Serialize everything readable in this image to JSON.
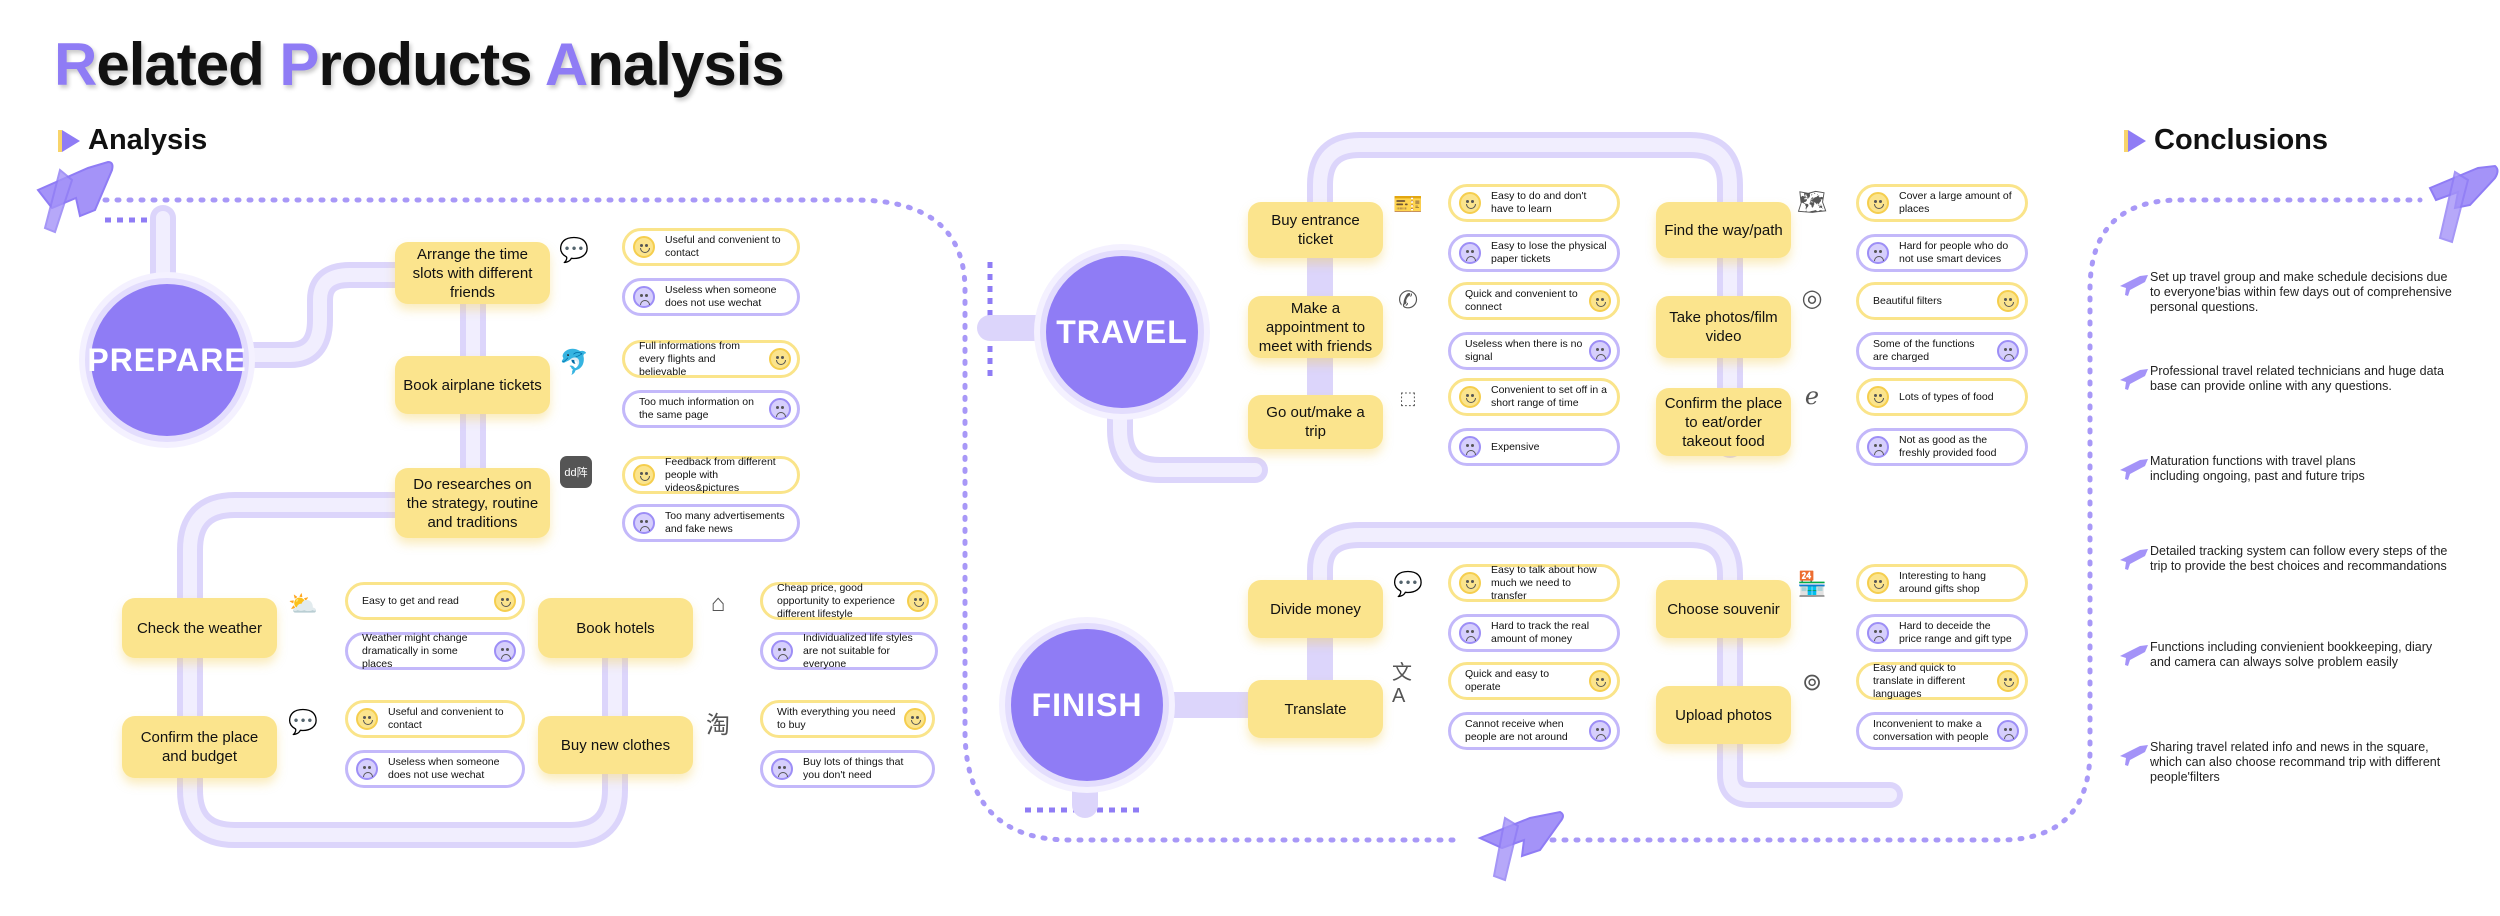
{
  "title": {
    "r": "R",
    "rest1": "elated ",
    "p": "P",
    "rest2": "roducts ",
    "a": "A",
    "rest3": "nalysis"
  },
  "sections": {
    "analysis": "Analysis",
    "conclusions": "Conclusions"
  },
  "stages": {
    "prepare": "PREPARE",
    "travel": "TRAVEL",
    "finish": "FINISH"
  },
  "prepare": {
    "steps": [
      {
        "label": "Arrange the time slots with different friends",
        "icon": "wechat-icon",
        "good": "Useful and convenient to contact",
        "bad": "Useless when someone does not use wechat"
      },
      {
        "label": "Book airplane tickets",
        "icon": "ctrip-icon",
        "good": "Full informations from every flights and believable",
        "bad": "Too much information on the same page"
      },
      {
        "label": "Do researches on the strategy, routine and traditions",
        "icon": "app-badge-icon",
        "icon_text": "dd阵",
        "good": "Feedback from different people with videos&pictures",
        "bad": "Too many advertisements and fake news"
      }
    ],
    "lower": [
      {
        "label": "Check the weather",
        "icon": "weather-icon",
        "good": "Easy to get and read",
        "bad": "Weather might change dramatically in some places"
      },
      {
        "label": "Confirm the place and budget",
        "icon": "wechat-icon",
        "good": "Useful and convenient to contact",
        "bad": "Useless when someone does not use wechat"
      },
      {
        "label": "Book hotels",
        "icon": "airbnb-icon",
        "good": "Cheap price, good opportunity to experience different lifestyle",
        "bad": "Individualized life styles are not suitable for everyone"
      },
      {
        "label": "Buy new clothes",
        "icon": "taobao-icon",
        "icon_text": "淘",
        "good": "With everything you need to buy",
        "bad": "Buy lots of things that you don't need"
      }
    ]
  },
  "travel": {
    "left": [
      {
        "label": "Buy entrance ticket",
        "icon": "ticket-icon",
        "good": "Easy to do and don't have to learn",
        "bad": "Easy to lose the physical paper tickets"
      },
      {
        "label": "Make a appointment to meet with friends",
        "icon": "phone-icon",
        "good": "Quick and convenient to connect",
        "bad": "Useless when there is no signal"
      },
      {
        "label": "Go out/make a trip",
        "icon": "exit-icon",
        "good": "Convenient to set off in a short range of time",
        "bad": "Expensive"
      }
    ],
    "right": [
      {
        "label": "Find the way/path",
        "icon": "map-icon",
        "good": "Cover a large amount of places",
        "bad": "Hard for people who do not use smart devices"
      },
      {
        "label": "Take photos/film video",
        "icon": "camera-icon",
        "good": "Beautiful filters",
        "bad": "Some of the functions are charged"
      },
      {
        "label": "Confirm the place to eat/order takeout food",
        "icon": "eleme-icon",
        "good": "Lots of types of food",
        "bad": "Not as good as the freshly provided food"
      }
    ]
  },
  "finish": {
    "left": [
      {
        "label": "Divide money",
        "icon": "wechat-icon",
        "good": "Easy to talk about how much we need to transfer",
        "bad": "Hard to track the real amount of money"
      },
      {
        "label": "Translate",
        "icon": "translate-icon",
        "good": "Quick and easy to operate",
        "bad": "Cannot receive when people are not around"
      }
    ],
    "right": [
      {
        "label": "Choose souvenir",
        "icon": "store-icon",
        "good": "Interesting to hang around gifts shop",
        "bad": "Hard to deceide the price range and gift type"
      },
      {
        "label": "Upload photos",
        "icon": "upload-icon",
        "good": "Easy and quick to translate in different languages",
        "bad": "Inconvenient to make a conversation with people"
      }
    ]
  },
  "conclusions": [
    "Set up travel group and make schedule decisions due to everyone'bias within few days out of comprehensive personal questions.",
    "Professional travel related technicians and huge data base can provide online with any questions.",
    "Maturation functions with travel plans including ongoing, past and future trips",
    "Detailed tracking system can follow every steps of the trip to provide the best choices and recommandations",
    "Functions including convienient bookkeeping, diary and camera can always solve problem easily",
    "Sharing travel related info and news in the square, which can also choose recommand trip with different people'filters"
  ],
  "colors": {
    "purple": "#8f7cf5",
    "lavender": "#e3ddfd",
    "yellow": "#fbe48d",
    "yellow_border": "#fae48a",
    "purple_border": "#c3b8fa"
  }
}
